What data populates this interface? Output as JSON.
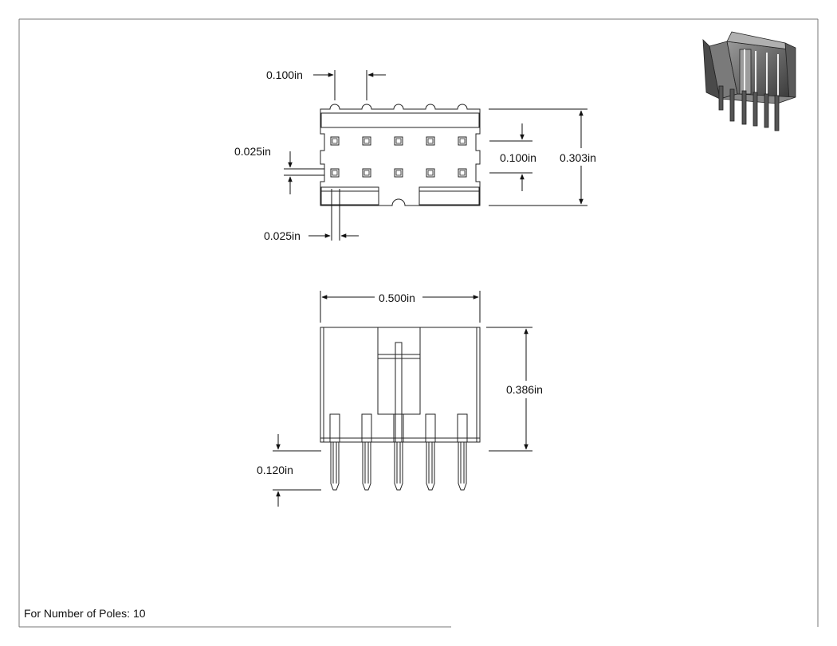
{
  "top_view": {
    "pitch_label": "0.100in",
    "pad_size_label": "0.025in",
    "row_pitch_label": "0.100in",
    "overall_depth_label": "0.303in",
    "pin_width_label": "0.025in"
  },
  "front_view": {
    "width_label": "0.500in",
    "height_label": "0.386in",
    "pin_length_label": "0.120in"
  },
  "footer": {
    "poles_note": "For Number of Poles: 10"
  }
}
